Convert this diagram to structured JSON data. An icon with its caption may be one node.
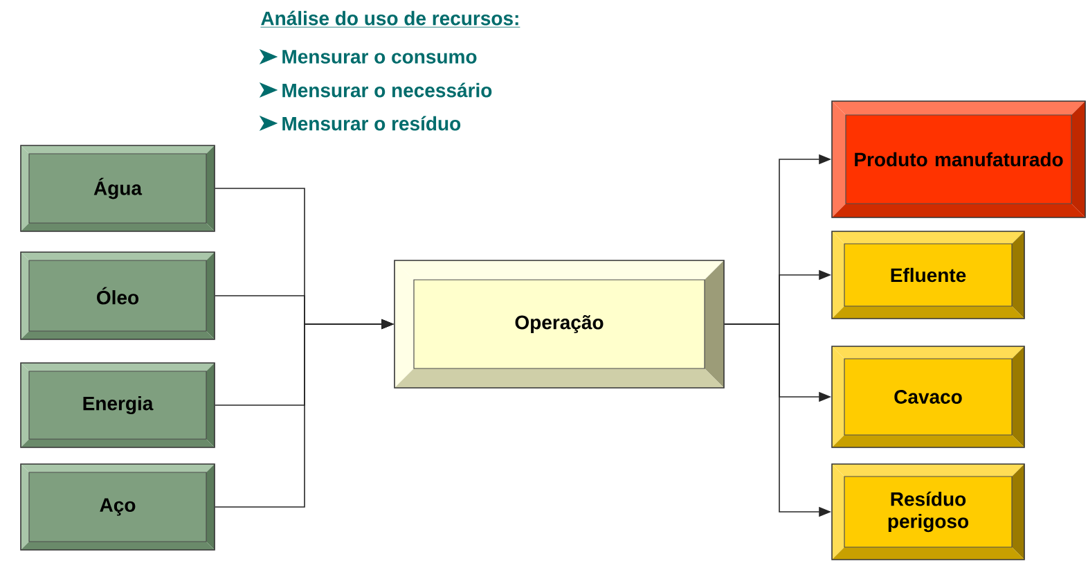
{
  "diagram": {
    "title": "Análise do uso de recursos:",
    "nodes": [
      {
        "text": [
          "Água"
        ]
      },
      {
        "text": [
          "Óleo"
        ]
      },
      {
        "text": [
          "Energia"
        ]
      },
      {
        "text": [
          "Aço"
        ]
      },
      {
        "text": [
          "Operação"
        ]
      },
      {
        "text": [
          "Produto manufaturado"
        ]
      },
      {
        "text": [
          "Efluente"
        ]
      },
      {
        "text": [
          "Cavaco"
        ]
      },
      {
        "text": [
          "Resíduo perigoso"
        ]
      }
    ],
    "edges": [
      {
        "from": 0,
        "to": 4,
        "arrow": "to"
      },
      {
        "from": 1,
        "to": 4,
        "arrow": "to"
      },
      {
        "from": 2,
        "to": 4,
        "arrow": "to"
      },
      {
        "from": 3,
        "to": 4,
        "arrow": "to"
      },
      {
        "from": 4,
        "to": 5,
        "arrow": "to"
      },
      {
        "from": 4,
        "to": 6,
        "arrow": "to"
      },
      {
        "from": 4,
        "to": 7,
        "arrow": "to"
      },
      {
        "from": 4,
        "to": 8,
        "arrow": "to"
      }
    ],
    "labels": [
      "Mensurar o consumo",
      "Mensurar o necessário",
      "Mensurar o resíduo"
    ]
  }
}
